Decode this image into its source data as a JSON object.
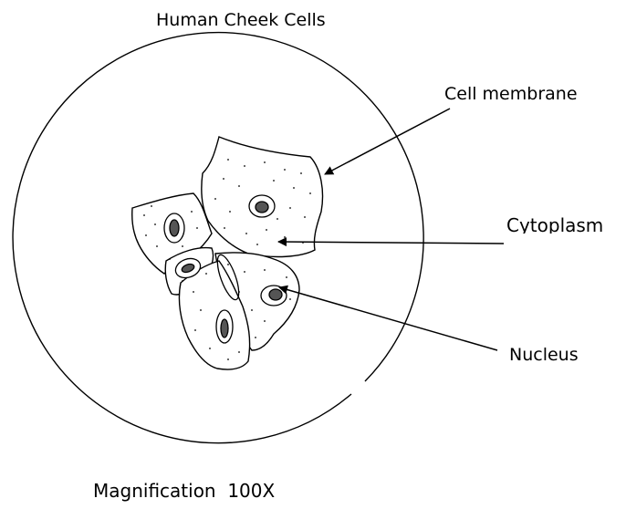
{
  "title": "Human Cheek Cells",
  "labels": {
    "cell_membrane": "Cell membrane",
    "cytoplasm": "Cytoplasm",
    "nucleus": "Nucleus"
  },
  "footer": {
    "magnification_label": "Magnification",
    "magnification_value": "100X"
  },
  "colors": {
    "ink": "#000000",
    "background": "#ffffff",
    "nucleus_fill": "#555555"
  }
}
